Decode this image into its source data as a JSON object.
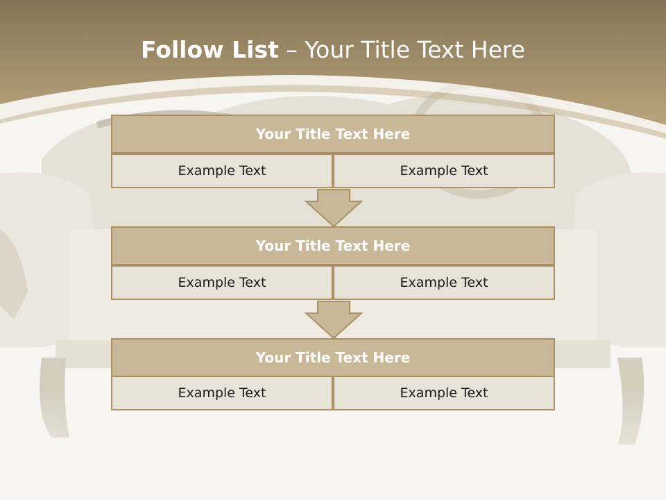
{
  "slide": {
    "title_bold": "Follow List",
    "title_rest": " – Your Title Text Here"
  },
  "colors": {
    "header_band": "#a8946e",
    "row_title_fill": "#c8b898",
    "row_border": "#a88f64",
    "cell_fill": "#e8e2d9",
    "arrow_fill": "#c8b898"
  },
  "rows": [
    {
      "title": "Your Title Text Here",
      "cells": [
        "Example Text",
        "Example Text"
      ]
    },
    {
      "title": "Your Title Text Here",
      "cells": [
        "Example Text",
        "Example Text"
      ]
    },
    {
      "title": "Your Title Text Here",
      "cells": [
        "Example Text",
        "Example Text"
      ]
    }
  ]
}
